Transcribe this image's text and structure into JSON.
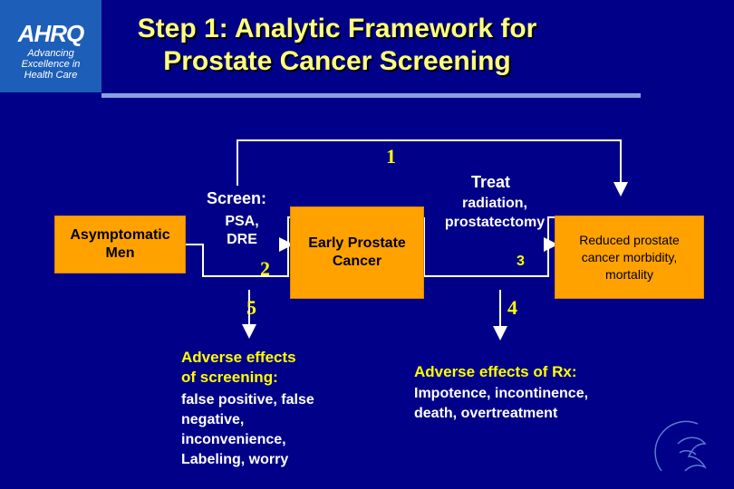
{
  "logo": {
    "mark": "AHRQ",
    "tagline": [
      "Advancing",
      "Excellence in",
      "Health Care"
    ]
  },
  "title": [
    "Step 1: Analytic Framework for",
    "Prostate Cancer Screening"
  ],
  "nodes": {
    "asymptomatic": [
      "Asymptomatic",
      "Men"
    ],
    "early_cancer": [
      "Early Prostate",
      "Cancer"
    ],
    "outcome": [
      "Reduced prostate",
      "cancer morbidity,",
      "mortality"
    ]
  },
  "labels": {
    "screen_heading": "Screen:",
    "screen_detail": [
      "PSA,",
      "DRE"
    ],
    "treat_heading": "Treat",
    "treat_detail": [
      "radiation,",
      "prostatectomy"
    ]
  },
  "numbers": {
    "n1": "1",
    "n2": "2",
    "n3": "3",
    "n4": "4",
    "n5": "5"
  },
  "adverse_screening": {
    "heading": [
      "Adverse effects",
      "of screening:"
    ],
    "detail": [
      "false positive, false",
      "negative,",
      "inconvenience,",
      "Labeling, worry"
    ]
  },
  "adverse_rx": {
    "heading": "Adverse effects of Rx:",
    "detail": [
      "Impotence, incontinence,",
      "death, overtreatment"
    ]
  },
  "colors": {
    "background": "#000088",
    "box_fill": "#ffa200",
    "title": "#ffff80",
    "numbers": "#ffff00",
    "lines": "#ffffff"
  }
}
